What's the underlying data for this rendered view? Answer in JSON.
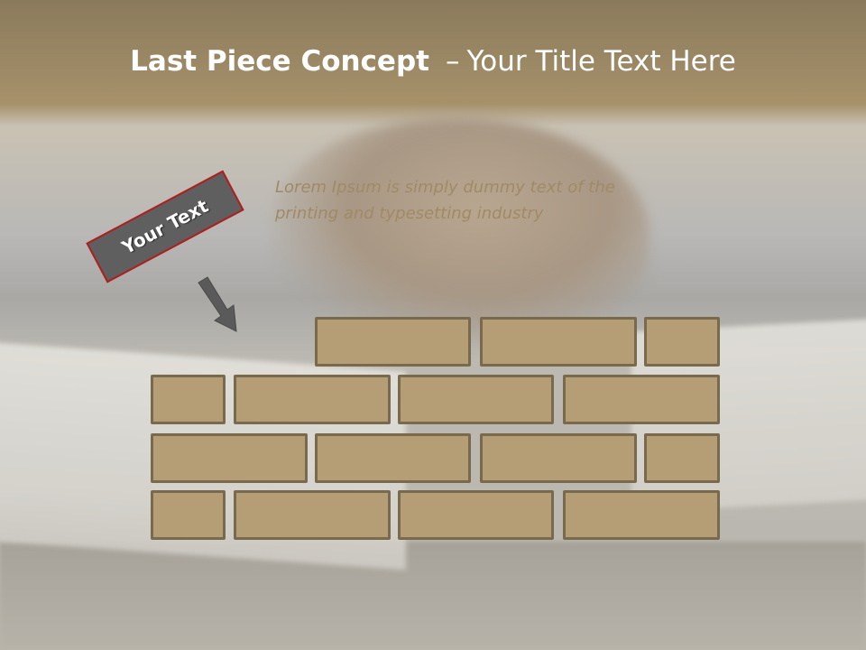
{
  "slide": {
    "title_bold": "Last Piece Concept",
    "title_dash": "–",
    "title_rest": "Your Title Text Here",
    "body_line1": "Lorem Ipsum is simply dummy text of the",
    "body_line2": "printing and typesetting industry",
    "label": "Your Text"
  },
  "colors": {
    "brick_fill": "#b59e76",
    "brick_border": "#7a6a4d",
    "label_bg": "#5f5f5f",
    "label_border": "#b01e1e",
    "body_text": "#a08a66",
    "arrow": "#5a5a5a"
  },
  "icons": {
    "arrow": "down-right-arrow-icon"
  },
  "wall": {
    "rows": 4,
    "bricks_per_row": [
      3,
      4,
      4,
      4
    ],
    "missing_piece": "top row, leftmost position"
  }
}
